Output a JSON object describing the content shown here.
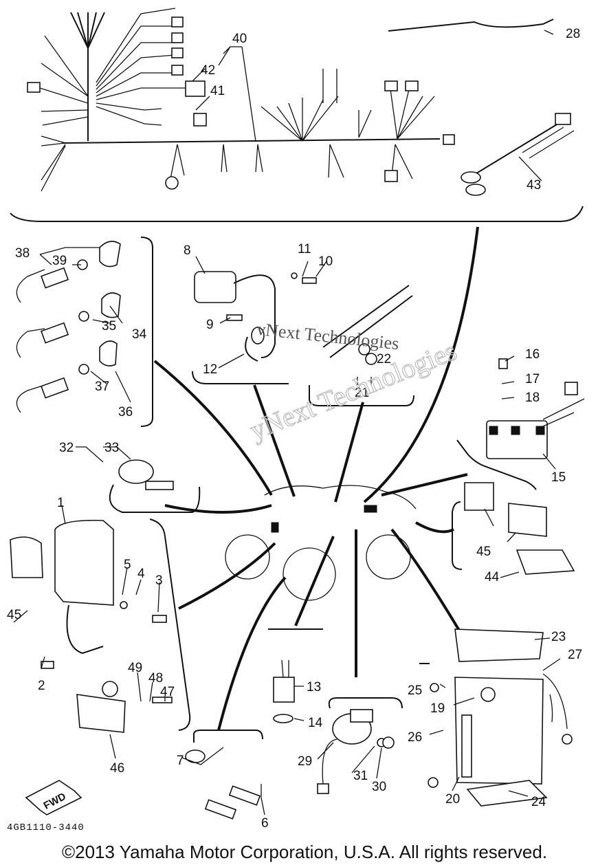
{
  "callouts": {
    "n1": "1",
    "n2": "2",
    "n3": "3",
    "n4": "4",
    "n5": "5",
    "n6": "6",
    "n7": "7",
    "n8": "8",
    "n9": "9",
    "n10": "10",
    "n11": "11",
    "n12": "12",
    "n13": "13",
    "n14": "14",
    "n15": "15",
    "n16": "16",
    "n17": "17",
    "n18": "18",
    "n19": "19",
    "n20": "20",
    "n21": "21",
    "n22": "22",
    "n23": "23",
    "n24": "24",
    "n25": "25",
    "n26": "26",
    "n27": "27",
    "n28": "28",
    "n29": "29",
    "n30": "30",
    "n31": "31",
    "n32": "32",
    "n33": "33",
    "n34": "34",
    "n35": "35",
    "n36": "36",
    "n37": "37",
    "n38": "38",
    "n39": "39",
    "n40": "40",
    "n41": "41",
    "n42": "42",
    "n43": "43",
    "n44": "44",
    "n45a": "45",
    "n45b": "45",
    "n46": "46",
    "n47": "47",
    "n48": "48",
    "n49": "49"
  },
  "direction_arrow": "FWD",
  "watermark": {
    "line1": "yNext Technologies",
    "line2": "vNext Technologies"
  },
  "part_code": "4GB1110-3440",
  "copyright": "©2013 Yamaha Motor Corporation, U.S.A. All rights reserved."
}
